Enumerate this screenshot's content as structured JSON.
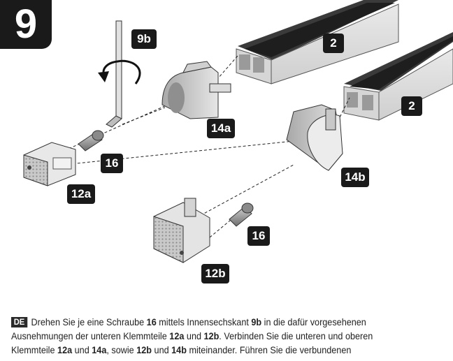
{
  "step_number": "9",
  "labels": {
    "tool": "9b",
    "profile_top": "2",
    "profile_bottom": "2",
    "cap_14a": "14a",
    "cap_14b": "14b",
    "cap_12a": "12a",
    "cap_12b": "12b",
    "screw_top": "16",
    "screw_bottom": "16"
  },
  "instructions": {
    "lang": "DE",
    "s1": "Drehen Sie je eine Schraube ",
    "b1": "16",
    "s2": " mittels Innensechskant ",
    "b2": "9b",
    "s3": " in die dafür vorgesehenen Ausnehmungen der unteren Klemmteile ",
    "b3": "12a",
    "s4": " und ",
    "b4": "12b",
    "s5": ". Verbinden Sie die unteren und oberen Klemmteile ",
    "b5": "12a",
    "s6": " und ",
    "b6": "14a",
    "s7": ", sowie ",
    "b7": "12b",
    "s8": " und ",
    "b8": "14b",
    "s9": " miteinander. Führen Sie die verbundenen"
  }
}
